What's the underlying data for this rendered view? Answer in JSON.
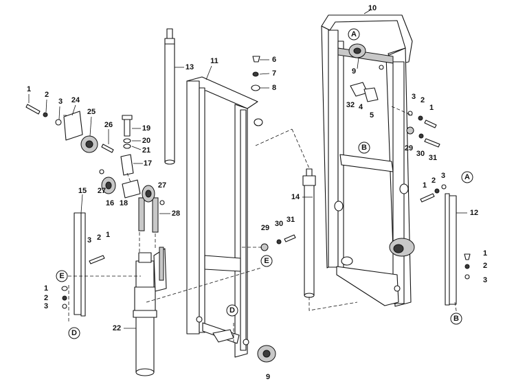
{
  "diagram": {
    "callouts": {
      "c1": "1",
      "c2": "2",
      "c3": "3",
      "c24": "24",
      "c25": "25",
      "c26": "26",
      "c19": "19",
      "c20": "20",
      "c21": "21",
      "c17": "17",
      "c27a": "27",
      "c16": "16",
      "c18": "18",
      "c27b": "27",
      "c28": "28",
      "c15": "15",
      "c3b": "3",
      "c2b": "2",
      "c1b": "1",
      "c1c": "1",
      "c2c": "2",
      "c3c": "3",
      "c22": "22",
      "c13": "13",
      "c11": "11",
      "c6": "6",
      "c7": "7",
      "c8": "8",
      "c29": "29",
      "c30": "30",
      "c31": "31",
      "c9b": "9",
      "c14": "14",
      "c10": "10",
      "c9": "9",
      "c32": "32",
      "c4": "4",
      "c5": "5",
      "c3d": "3",
      "c2d": "2",
      "c1d": "1",
      "c29b": "29",
      "c30b": "30",
      "c31b": "31",
      "c1e": "1",
      "c2e": "2",
      "c3e": "3",
      "c12": "12",
      "c1f": "1",
      "c2f": "2",
      "c3f": "3"
    },
    "refs": {
      "A_top": "A",
      "A_right": "A",
      "B_mid": "B",
      "B_bottom": "B",
      "E_left": "E",
      "E_mid": "E",
      "D_left": "D",
      "D_mid": "D"
    }
  }
}
